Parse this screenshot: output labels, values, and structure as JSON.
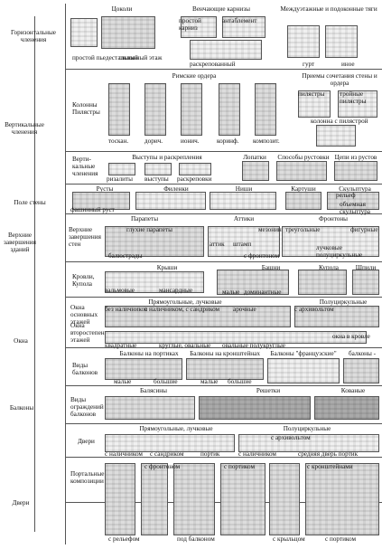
{
  "left": {
    "horiz": "Горизонтальные членения",
    "vert": "Вертикальные членения",
    "pole": "Поле стены",
    "verkh": "Верхние завершения зданий",
    "okna": "Окна",
    "balkony": "Балконы",
    "dveri": "Двери"
  },
  "rows": {
    "r1": {
      "tsokoli": "Цоколи",
      "venchayushchie": "Венчающие карнизы",
      "mezh": "Междуэтажные и подоконные тяги",
      "prostoy_pedestal": "простой пьедестальный",
      "pylon": "пилонный этаж",
      "prostoy": "простой карниз",
      "antablement": "антаблемент",
      "raskreplenny": "раскрепованный",
      "gurt": "гурт",
      "inoe": "иное"
    },
    "r2": {
      "kolonny": "Колонны Пилястры",
      "rimskie": "Римские ордера",
      "priemy": "Приемы сочетания стены и ордера",
      "toskan": "тоскан.",
      "dorich": "дорич.",
      "ionich": "ионич.",
      "korinf": "коринф.",
      "kompozit": "композит.",
      "pilyastry": "пилястры",
      "troynye": "тройные пилястры",
      "kolonna": "колонна с пилястрой"
    },
    "r3": {
      "vert2": "Верти-кальные членения",
      "vystupy": "Выступы и раскрепления",
      "lopatki": "Лопатки",
      "sposoby": "Способы рустовки",
      "tsepi": "Цепи из рустов",
      "rizality": "ризалиты",
      "vystupy2": "выступы",
      "raskrepovki": "раскреповки"
    },
    "r4": {
      "rusty": "Русты",
      "filenki": "Филенки",
      "nishi": "Ниши",
      "kartushi": "Картуши",
      "skulptura": "Скульптура",
      "fashion": "фашинный руст",
      "relef": "рельеф",
      "obemnaya": "объемная скульптура"
    },
    "r5": {
      "verkh_zav": "Верхние завершения стен",
      "parapety": "Парапеты",
      "attiki": "Аттики",
      "frontony": "Фронтоны",
      "glukhie": "глухие парапеты",
      "balyustrady": "балюстрады",
      "attik": "аттик",
      "shtamp": "штамп",
      "mezonin": "мезонин",
      "s_frontonom": "с фронтоном",
      "treugolny": "треугольные",
      "figurnye": "фигурные",
      "luchkovye": "лучковые полуциркульные"
    },
    "r6": {
      "krovli": "Кровли, Купола",
      "kryshi": "Крыши",
      "bashni": "Башни",
      "kupola": "Купола",
      "shpili": "Шпили",
      "valmovye": "вальмовые",
      "mansardnye": "мансардные",
      "malye": "малые",
      "dominantnye": "доминантные"
    },
    "r7": {
      "okna_osn": "Окна основных этажей",
      "okna_vtor": "Окна второстепенных этажей",
      "pryamougolnye": "Прямоугольные, лучковые",
      "polutsirkulnye": "Полуциркульные",
      "bez_nalichnikov": "без наличников",
      "s_nalichnikom": "с наличником, с сандриком",
      "s_sandrikom": "с сандриком",
      "arkovye": "арочные",
      "s_arkh": "с архивольтом",
      "kvadratnye": "квадратные",
      "krugly": "круглые, овальные",
      "ovalnye": "овальные полукруглые",
      "v_krovle": "окна в кровле"
    },
    "r8": {
      "vidy_balkonov": "Виды балконов",
      "na_portikakh": "Балконы на портиках",
      "na_kronshteinakh": "Балконы на кронштейнах",
      "frantsuz": "Балконы \"французские\"",
      "balkony_loggii": "балконы - лоджии",
      "malye": "малые",
      "bolshie": "большие",
      "malye2": "малые",
      "bolshie2": "большие"
    },
    "r9": {
      "vidy_ograzhd": "Виды ограждений балконов",
      "balyasiny": "Балясины",
      "reshetki": "Решетки",
      "kovanye": "Кованые"
    },
    "r10": {
      "dveri": "Двери",
      "pryamougolnye": "Прямоугольные, лучковые",
      "polutsirkulnye": "Полуциркульные",
      "s_nalichnikom": "с наличником",
      "s_sandrikom": "с сандриком",
      "portik": "портик",
      "s_nalichnikom2": "с наличником",
      "s_arkhivoltom": "с архивольтом",
      "srednaya": "средняя дверь портик"
    },
    "r11": {
      "portal": "Портальные композиции",
      "s_reliefom": "с рельефом",
      "pod_balkonom": "под балконом",
      "s_portikom": "с портиком",
      "s_frontonom": "с фронтоном",
      "s_kryltsom": "с крыльцом",
      "s_kronshtainami": "с кронштейнами",
      "s_portikom2": "с портиком"
    }
  }
}
